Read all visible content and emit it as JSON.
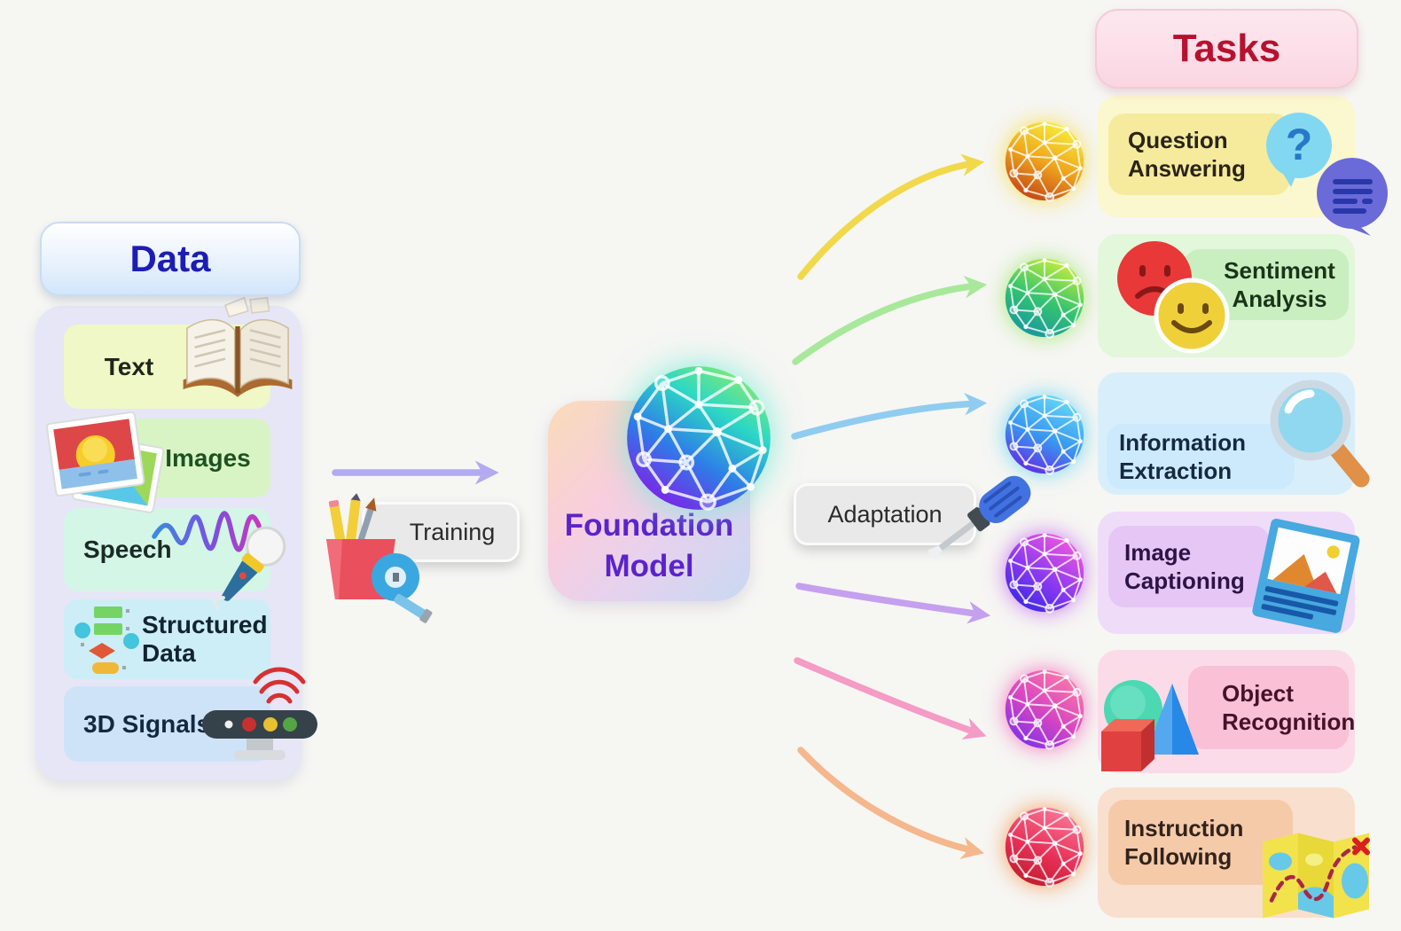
{
  "background_color": "#f6f6f3",
  "data_panel": {
    "header": "Data",
    "header_text_color": "#1d1db5",
    "items": [
      {
        "label": "Text",
        "icon": "open-book-icon",
        "bg": "#eff8c6"
      },
      {
        "label": "Images",
        "icon": "photo-stack-icon",
        "bg": "#d8f4c5"
      },
      {
        "label": "Speech",
        "icon": "waveform-microphone-icon",
        "bg": "#d3f6e7"
      },
      {
        "label": "Structured Data",
        "icon": "flowchart-icon",
        "bg": "#cdeef6"
      },
      {
        "label": "3D Signals",
        "icon": "depth-sensor-icon",
        "bg": "#cfe3f8"
      }
    ]
  },
  "pipeline": {
    "training_label": "Training",
    "training_icon": "pencil-cup-tape-icon",
    "training_arrow_color": "#b3aaf0",
    "adaptation_label": "Adaptation",
    "adaptation_icon": "screwdriver-icon",
    "foundation_model_label": "Foundation\nModel",
    "foundation_text_color": "#5b23cc",
    "foundation_sphere_colors": [
      "#8cec6a",
      "#2cd8c4",
      "#2e7ce8",
      "#8a14e8"
    ]
  },
  "tasks_panel": {
    "header": "Tasks",
    "header_text_color": "#b5122f",
    "tasks": [
      {
        "label": "Question Answering",
        "icon": "question-chat-bubbles-icon",
        "outer_bg": "#fbf7cf",
        "inner_bg": "#f6eb9d",
        "arrow_color": "#f2d84b",
        "sphere_colors": [
          "#f8ef3a",
          "#f0a81e",
          "#c24014"
        ]
      },
      {
        "label": "Sentiment Analysis",
        "icon": "sad-happy-faces-icon",
        "outer_bg": "#e3f7db",
        "inner_bg": "#c9efc1",
        "arrow_color": "#a8e89a",
        "sphere_colors": [
          "#c8ee3a",
          "#34c46e",
          "#1694a4"
        ]
      },
      {
        "label": "Information Extraction",
        "icon": "magnifying-glass-icon",
        "outer_bg": "#d8effb",
        "inner_bg": "#cdeafd",
        "arrow_color": "#8fccf0",
        "sphere_colors": [
          "#66d8f8",
          "#3898f0",
          "#6426e4"
        ]
      },
      {
        "label": "Image Captioning",
        "icon": "captioned-picture-icon",
        "outer_bg": "#efdcf9",
        "inner_bg": "#e5c6f5",
        "arrow_color": "#c5a0ef",
        "sphere_colors": [
          "#e854e0",
          "#8838f0",
          "#3c28e4"
        ]
      },
      {
        "label": "Object Recognition",
        "icon": "3d-shapes-icon",
        "outer_bg": "#fcdbe8",
        "inner_bg": "#f9c0d6",
        "arrow_color": "#f49bc6",
        "sphere_colors": [
          "#f874a8",
          "#d846c0",
          "#8430e8"
        ]
      },
      {
        "label": "Instruction Following",
        "icon": "treasure-map-icon",
        "outer_bg": "#f9dfcd",
        "inner_bg": "#f5caa9",
        "arrow_color": "#f5b78c",
        "sphere_colors": [
          "#f87898",
          "#e83058",
          "#c01c2c"
        ]
      }
    ]
  }
}
